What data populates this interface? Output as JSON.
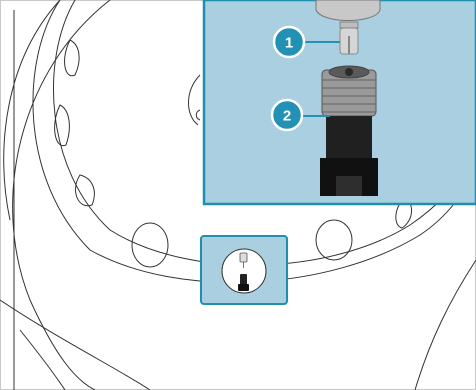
{
  "figure": {
    "kind": "wheel-valve-illustration",
    "colors": {
      "highlight_fill": "#a9cfe0",
      "highlight_border": "#1f8fae",
      "callout_fill": "#2391b4",
      "callout_ring": "#ffffff",
      "line": "#333333",
      "part_dark": "#202020",
      "part_grey": "#9a9a9a"
    },
    "callouts": [
      {
        "number": "1",
        "target": "valve-core-tool"
      },
      {
        "number": "2",
        "target": "tire-valve"
      }
    ]
  }
}
